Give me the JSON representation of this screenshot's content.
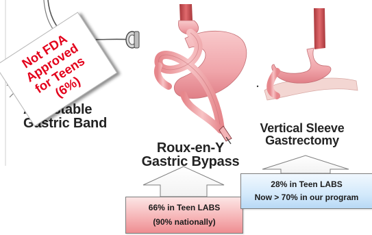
{
  "procedures": {
    "band": {
      "line1": "Adjustable",
      "line2": "Gastric Band"
    },
    "bypass": {
      "line1": "Roux-en-Y",
      "line2": "Gastric Bypass"
    },
    "sleeve": {
      "line1": "Vertical Sleeve",
      "line2": "Gastrectomy"
    }
  },
  "fda_sign": {
    "line1": "Not FDA",
    "line2": "Approved",
    "line3": "for Teens",
    "line4": "(6%)"
  },
  "stats": {
    "bypass": {
      "line1": "66% in Teen LABS",
      "line2": "(90% nationally)"
    },
    "sleeve": {
      "line1": "28% in Teen LABS",
      "line2": "Now > 70% in our program"
    }
  },
  "colors": {
    "sign_text": "#e3001b",
    "bypass_box": "#f6b6b8",
    "sleeve_box": "#d3e9fb",
    "stomach": "#f0a5aa",
    "esophagus": "#c94b4f"
  }
}
